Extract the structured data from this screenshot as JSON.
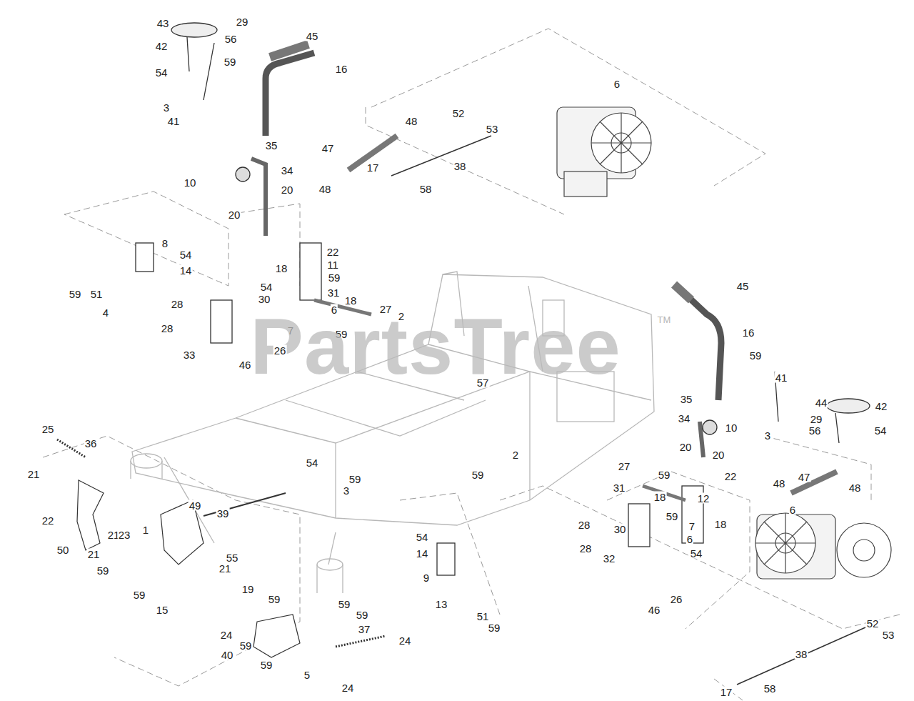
{
  "diagram": {
    "labels": [
      "43",
      "29",
      "45",
      "42",
      "56",
      "54",
      "59",
      "16",
      "6",
      "3",
      "41",
      "52",
      "48",
      "53",
      "35",
      "47",
      "17",
      "38",
      "34",
      "10",
      "20",
      "48",
      "58",
      "20",
      "8",
      "22",
      "54",
      "11",
      "18",
      "14",
      "59",
      "54",
      "31",
      "59",
      "51",
      "18",
      "28",
      "30",
      "27",
      "6",
      "4",
      "2",
      "TM",
      "28",
      "7",
      "59",
      "PartsTree",
      "33",
      "26",
      "46",
      "57",
      "45",
      "16",
      "59",
      "41",
      "35",
      "44",
      "42",
      "29",
      "34",
      "10",
      "56",
      "54",
      "25",
      "3",
      "36",
      "20",
      "2",
      "20",
      "54",
      "27",
      "21",
      "59",
      "59",
      "22",
      "47",
      "59",
      "48",
      "31",
      "48",
      "3",
      "18",
      "12",
      "49",
      "6",
      "39",
      "59",
      "22",
      "18",
      "28",
      "7",
      "30",
      "1",
      "21",
      "23",
      "54",
      "6",
      "28",
      "50",
      "21",
      "54",
      "14",
      "55",
      "32",
      "21",
      "59",
      "9",
      "19",
      "59",
      "59",
      "26",
      "59",
      "13",
      "15",
      "46",
      "59",
      "51",
      "52",
      "59",
      "37",
      "53",
      "24",
      "24",
      "59",
      "38",
      "40",
      "59",
      "5",
      "24",
      "58",
      "17"
    ]
  }
}
